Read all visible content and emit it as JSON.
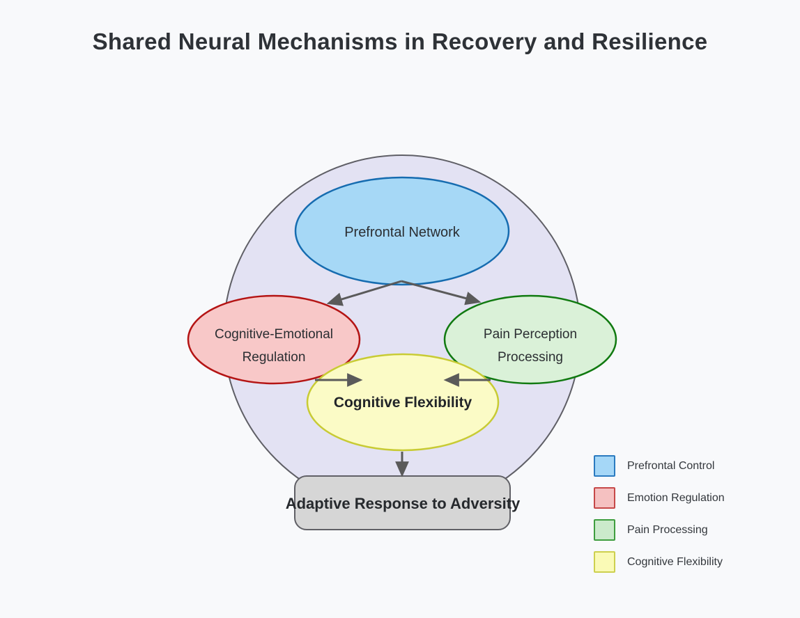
{
  "title": "Shared Neural Mechanisms in Recovery and Resilience",
  "page_bg": "#f8f9fb",
  "diagram": {
    "arrow_color": "#5a5a5a",
    "container": {
      "name": "shared-mechanisms-boundary",
      "fill": "#e3e2f3",
      "border": "#5f5f66"
    },
    "nodes": {
      "prefrontal": {
        "label": "Prefrontal Network",
        "fill": "#a6d8f6",
        "border": "#166cb0"
      },
      "regulation": {
        "line1": "Cognitive-Emotional",
        "line2": "Regulation",
        "fill": "#f8c8c8",
        "border": "#b41414"
      },
      "pain": {
        "line1": "Pain Perception",
        "line2": "Processing",
        "fill": "#daf1d8",
        "border": "#117a11"
      },
      "flexibility": {
        "label": "Cognitive Flexibility",
        "fill": "#fbfbc6",
        "border": "#c8cb34"
      },
      "outcome": {
        "label": "Adaptive Response to Adversity",
        "fill": "#d6d6d6",
        "border": "#606066"
      }
    },
    "edges": [
      {
        "from": "prefrontal",
        "to": "regulation"
      },
      {
        "from": "prefrontal",
        "to": "pain"
      },
      {
        "from": "regulation",
        "to": "flexibility"
      },
      {
        "from": "pain",
        "to": "flexibility"
      },
      {
        "from": "flexibility",
        "to": "outcome"
      }
    ]
  },
  "legend": {
    "items": [
      {
        "label": "Prefrontal Control",
        "fill": "#a5d7f7",
        "border": "#2b7bc0"
      },
      {
        "label": "Emotion Regulation",
        "fill": "#f5c1c1",
        "border": "#c64848"
      },
      {
        "label": "Pain Processing",
        "fill": "#cbeacb",
        "border": "#3f9e3f"
      },
      {
        "label": "Cognitive Flexibility",
        "fill": "#fafab6",
        "border": "#cdd04e"
      }
    ]
  }
}
